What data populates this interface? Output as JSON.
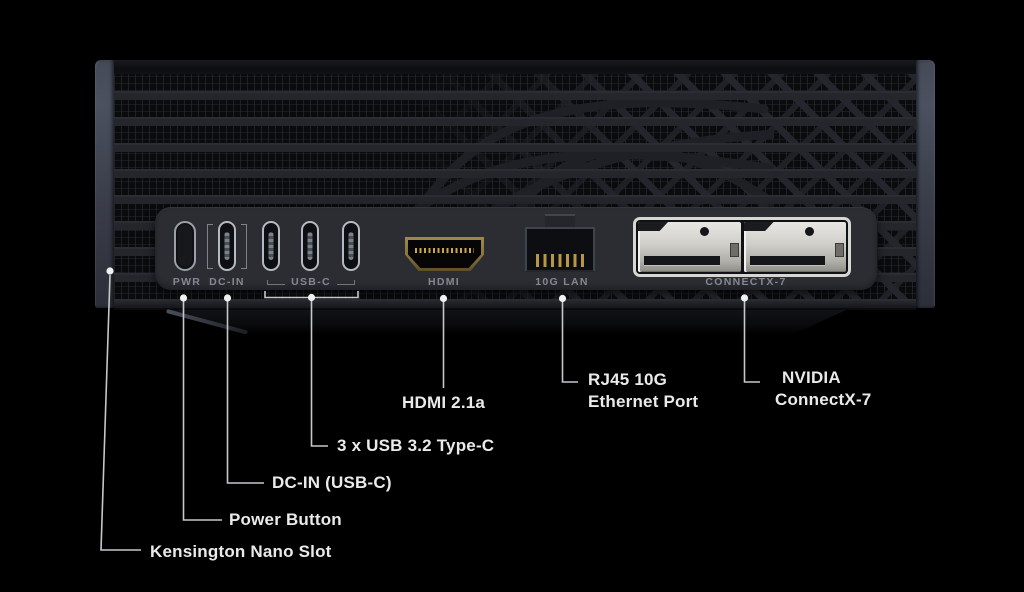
{
  "panel": {
    "port_labels": {
      "pwr": "PWR",
      "dc_in": "DC-IN",
      "usb": "USB-C",
      "hdmi": "HDMI",
      "lan": "10G LAN",
      "connectx": "CONNECTX-7"
    }
  },
  "callouts": {
    "kensington": {
      "label": "Kensington Nano Slot"
    },
    "power": {
      "label": "Power Button"
    },
    "dc_in": {
      "label": "DC-IN (USB-C)"
    },
    "usb": {
      "label": "3 x USB 3.2 Type-C"
    },
    "hdmi": {
      "label": "HDMI 2.1a"
    },
    "lan": {
      "line1": "RJ45 10G",
      "line2": "Ethernet Port"
    },
    "connectx": {
      "line1": "NVIDIA",
      "line2": "ConnectX-7"
    }
  },
  "colors": {
    "background": "#000000",
    "chassis_edge": "#434855",
    "chassis_body": "#141518",
    "panel": "#2b2d33",
    "port_label_text": "#838992",
    "callout_text": "#eaeaea",
    "leader_line": "#c6c7c9",
    "hdmi_gold": "#b0924a",
    "rj45_pin_gold": "#b79647",
    "qsfp_metal": "#cfcec9"
  }
}
